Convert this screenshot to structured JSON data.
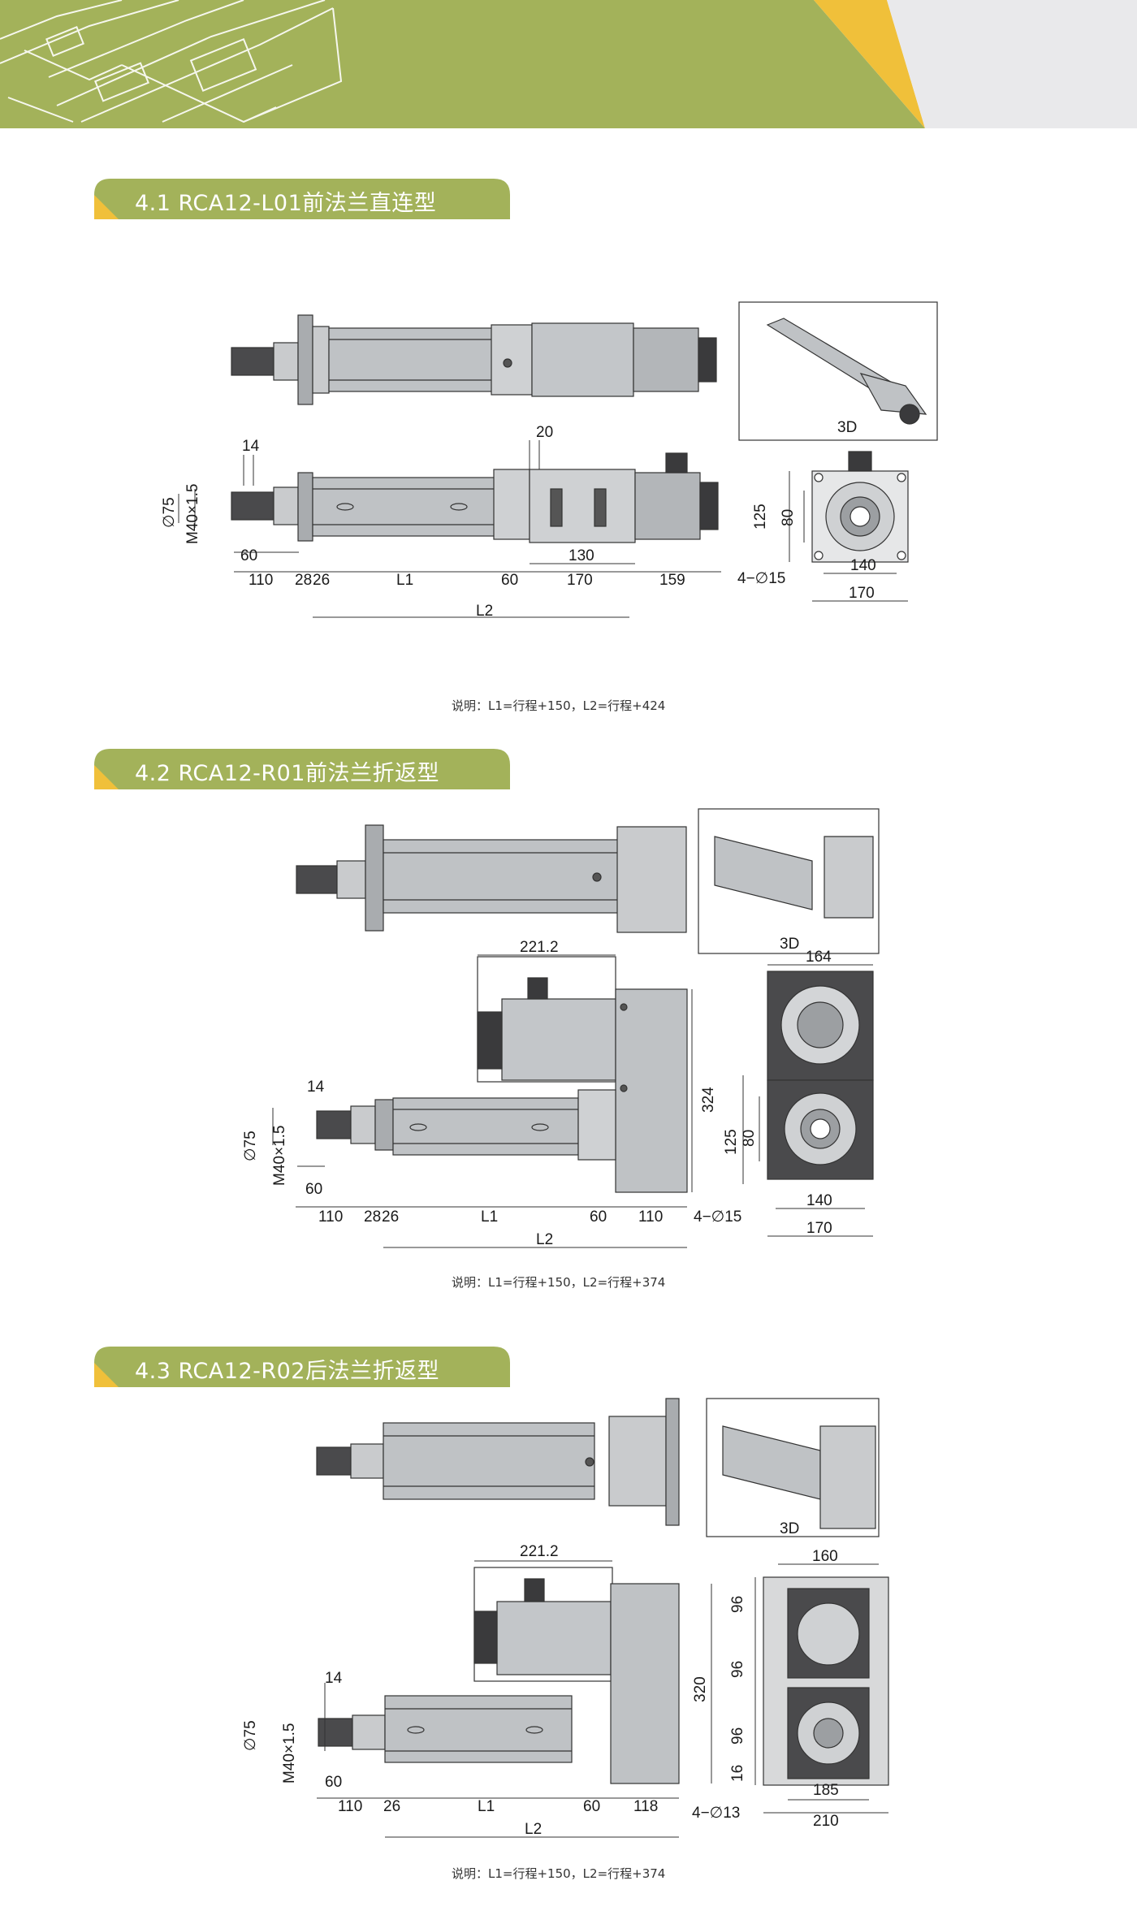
{
  "sections": [
    {
      "title": "4.1 RCA12-L01前法兰直连型",
      "note": "说明：L1=行程+150，L2=行程+424",
      "label_3d": "3D",
      "dims": {
        "top": "20",
        "m": "M40×1.5",
        "d": "∅75",
        "w14": "14",
        "w60": "60",
        "a": "110",
        "b": "28",
        "c": "26",
        "l1": "L1",
        "e": "60",
        "f": "170",
        "g": "159",
        "l2": "L2",
        "motor": "130",
        "holes": "4−∅15",
        "h125": "125",
        "h80": "80",
        "w140": "140",
        "w170": "170"
      }
    },
    {
      "title": "4.2 RCA12-R01前法兰折返型",
      "note": "说明：L1=行程+150，L2=行程+374",
      "label_3d": "3D",
      "dims": {
        "motor_len": "221.2",
        "h324": "324",
        "m": "M40×1.5",
        "d": "∅75",
        "w14": "14",
        "w60": "60",
        "a": "110",
        "b": "28",
        "c": "26",
        "l1": "L1",
        "e": "60",
        "f": "110",
        "l2": "L2",
        "holes": "4−∅15",
        "w164": "164",
        "h125": "125",
        "h80": "80",
        "w140": "140",
        "w170": "170"
      }
    },
    {
      "title": "4.3 RCA12-R02后法兰折返型",
      "note": "说明：L1=行程+150，L2=行程+374",
      "label_3d": "3D",
      "dims": {
        "motor_len": "221.2",
        "h320": "320",
        "m": "M40×1.5",
        "d": "∅75",
        "w14": "14",
        "w60": "60",
        "a": "110",
        "c": "26",
        "l1": "L1",
        "e": "60",
        "f": "118",
        "l2": "L2",
        "holes": "4−∅13",
        "w160": "160",
        "h96a": "96",
        "h96b": "96",
        "h96c": "96",
        "h16": "16",
        "w185": "185",
        "w210": "210"
      }
    }
  ],
  "colors": {
    "banner_green": "#a3b25a",
    "banner_yellow": "#f0c03a",
    "banner_grey": "#e9e9eb",
    "tab_green": "#a3b25a",
    "tab_yellow": "#f0c03a",
    "metal": "#b9bcbf",
    "dark": "#3a3a3c"
  }
}
